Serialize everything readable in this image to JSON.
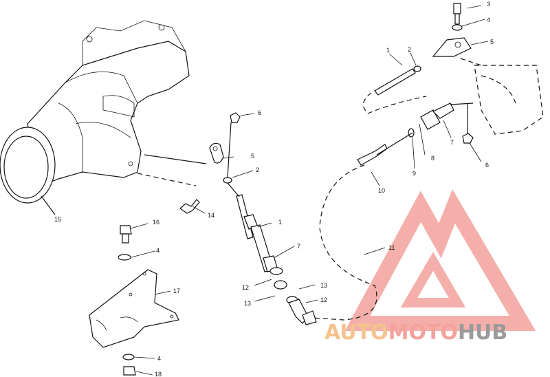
{
  "callouts": [
    {
      "id": "c3",
      "text": "3"
    },
    {
      "id": "c4a",
      "text": "4"
    },
    {
      "id": "c5a",
      "text": "5"
    },
    {
      "id": "c1a",
      "text": "1"
    },
    {
      "id": "c2a",
      "text": "2"
    },
    {
      "id": "c6a",
      "text": "6"
    },
    {
      "id": "c5b",
      "text": "5"
    },
    {
      "id": "c2b",
      "text": "2"
    },
    {
      "id": "c7a",
      "text": "7"
    },
    {
      "id": "c8",
      "text": "8"
    },
    {
      "id": "c9",
      "text": "9"
    },
    {
      "id": "c6b",
      "text": "6"
    },
    {
      "id": "c10",
      "text": "10"
    },
    {
      "id": "c15",
      "text": "15"
    },
    {
      "id": "c14",
      "text": "14"
    },
    {
      "id": "c16",
      "text": "16"
    },
    {
      "id": "c1b",
      "text": "1"
    },
    {
      "id": "c4b",
      "text": "4"
    },
    {
      "id": "c7b",
      "text": "7"
    },
    {
      "id": "c11",
      "text": "11"
    },
    {
      "id": "c17",
      "text": "17"
    },
    {
      "id": "c12a",
      "text": "12"
    },
    {
      "id": "c13a",
      "text": "13"
    },
    {
      "id": "c13b",
      "text": "13"
    },
    {
      "id": "c12b",
      "text": "12"
    },
    {
      "id": "c4c",
      "text": "4"
    },
    {
      "id": "c18",
      "text": "18"
    }
  ],
  "watermark": {
    "part1": "AUTO",
    "part2": "MOTO",
    "part3": "HUB",
    "colors": {
      "auto": "#f5c38c",
      "moto": "#f4a29c",
      "hub": "#9a9a9a",
      "logo": "#f4a29c"
    }
  }
}
